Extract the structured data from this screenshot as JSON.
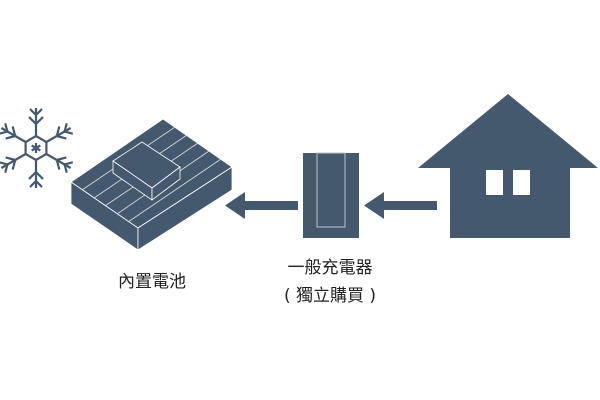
{
  "colors": {
    "fill": "#44596e",
    "line": "#ffffff",
    "text": "#222222"
  },
  "labels": {
    "battery": "內置電池",
    "charger_line1": "一般充電器",
    "charger_line2": "( 獨立購買 )"
  },
  "icons": [
    "snowflake-icon",
    "battery-icon",
    "charger-icon",
    "house-icon",
    "arrow-left-icon"
  ]
}
